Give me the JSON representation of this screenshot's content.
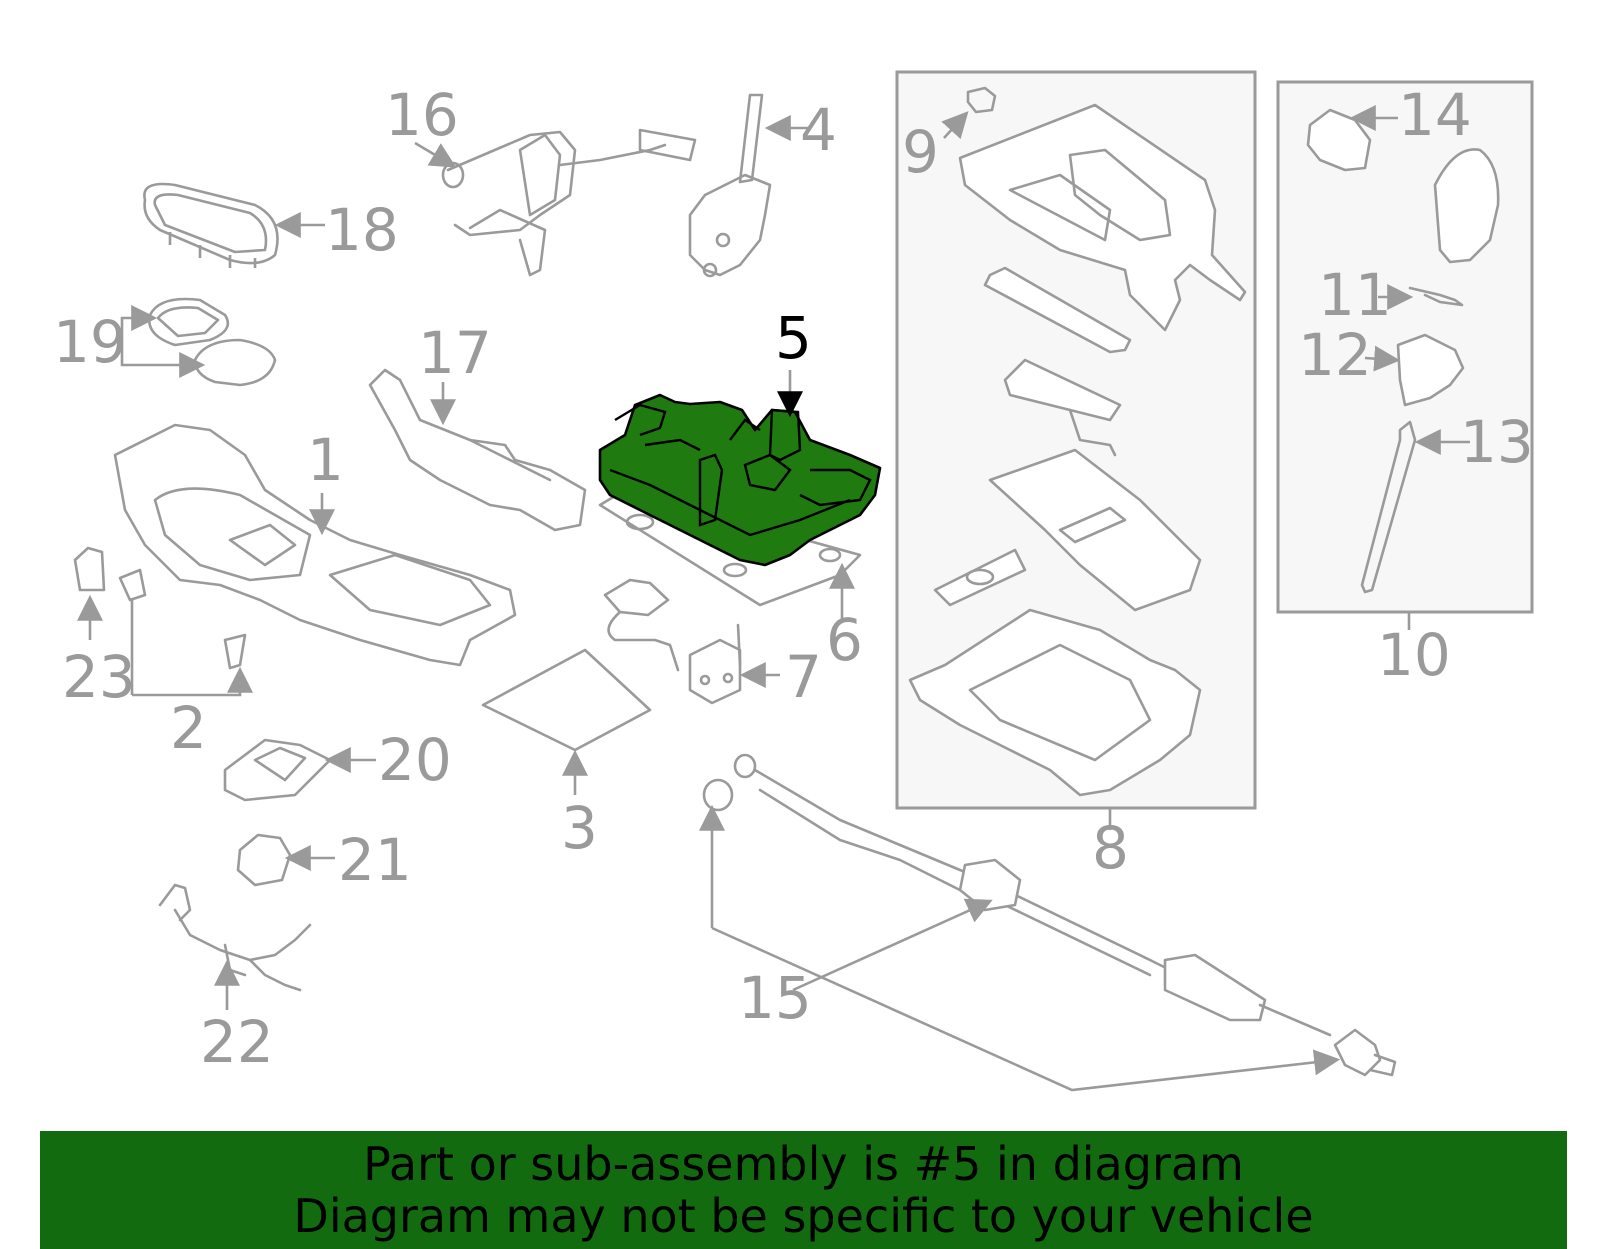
{
  "callouts": {
    "c1": "1",
    "c2": "2",
    "c3": "3",
    "c4": "4",
    "c5": "5",
    "c6": "6",
    "c7": "7",
    "c8": "8",
    "c9": "9",
    "c10": "10",
    "c11": "11",
    "c12": "12",
    "c13": "13",
    "c14": "14",
    "c15": "15",
    "c16": "16",
    "c17": "17",
    "c18": "18",
    "c19": "19",
    "c20": "20",
    "c21": "21",
    "c22": "22",
    "c23": "23"
  },
  "highlighted_part": "5",
  "colors": {
    "highlight": "#1f7a10",
    "banner": "#136b0f",
    "line": "#9a9a9a"
  },
  "banner": {
    "line1": "Part or sub-assembly is #5 in diagram",
    "line2": "Diagram may not be specific to your vehicle"
  }
}
